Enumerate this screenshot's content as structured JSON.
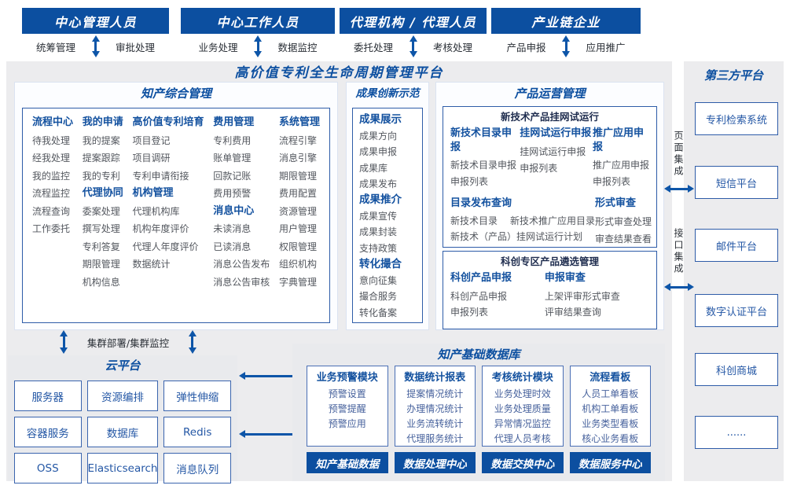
{
  "colors": {
    "primary_blue": "#0c4fa0",
    "arrow_blue": "#0d55a8",
    "panel_gray": "#ececee",
    "box_border_blue": "#2e5ca8",
    "header_text_blue": "#13519f",
    "item_gray": "#53575e",
    "item_blue": "#46619c",
    "section_bg": "#fcfdff"
  },
  "top_roles": [
    {
      "title": "中心管理人员",
      "left_label": "统筹管理",
      "right_label": "审批处理"
    },
    {
      "title": "中心工作人员",
      "left_label": "业务处理",
      "right_label": "数据监控"
    },
    {
      "title": "代理机构 / 代理人员",
      "left_label": "委托处理",
      "right_label": "考核处理"
    },
    {
      "title": "产业链企业",
      "left_label": "产品申报",
      "right_label": "应用推广"
    }
  ],
  "platform": {
    "title": "高价值专利全生命周期管理平台"
  },
  "ip_mgmt": {
    "title": "知产综合管理",
    "columns": [
      {
        "groups": [
          {
            "header": "流程中心",
            "items": [
              "待我处理",
              "经我处理",
              "我的监控",
              "流程监控",
              "流程查询",
              "工作委托"
            ]
          }
        ]
      },
      {
        "groups": [
          {
            "header": "我的申请",
            "items": [
              "我的提案",
              "提案跟踪",
              "我的专利"
            ]
          },
          {
            "header": "代理协同",
            "items": [
              "委案处理",
              "撰写处理",
              "专利答复",
              "期限管理",
              "机构信息"
            ]
          }
        ]
      },
      {
        "groups": [
          {
            "header": "高价值专利培育",
            "items": [
              "项目登记",
              "项目调研",
              "专利申请衔接"
            ]
          },
          {
            "header": "机构管理",
            "items": [
              "代理机构库",
              "机构年度评价",
              "代理人年度评价",
              "数据统计"
            ]
          }
        ]
      },
      {
        "groups": [
          {
            "header": "费用管理",
            "items": [
              "专利费用",
              "账单管理",
              "回款记账",
              "费用预警"
            ]
          },
          {
            "header": "消息中心",
            "items": [
              "未读消息",
              "已读消息",
              "消息公告发布",
              "消息公告审核"
            ]
          }
        ]
      },
      {
        "groups": [
          {
            "header": "系统管理",
            "items": [
              "流程引擎",
              "消息引擎",
              "期限管理",
              "费用配置",
              "资源管理",
              "用户管理",
              "权限管理",
              "组织机构",
              "字典管理"
            ]
          }
        ]
      }
    ]
  },
  "achievements": {
    "title": "成果创新示范",
    "groups": [
      {
        "header": "成果展示",
        "items": [
          "成果方向",
          "成果申报",
          "成果库",
          "成果发布"
        ]
      },
      {
        "header": "成果推介",
        "items": [
          "成果宣传",
          "成果封装",
          "支持政策"
        ]
      },
      {
        "header": "转化撮合",
        "items": [
          "意向征集",
          "撮合服务",
          "转化备案"
        ]
      }
    ]
  },
  "product_ops": {
    "title": "产品运营管理",
    "box1": {
      "title": "新技术产品挂网试运行",
      "columns": [
        {
          "header": "新技术目录申报",
          "items": [
            "新技术目录申报",
            "申报列表"
          ]
        },
        {
          "header": "挂网试运行申报",
          "items": [
            "挂网试运行申报",
            "申报列表"
          ]
        },
        {
          "header": "推广应用申报",
          "items": [
            "推广应用申报",
            "申报列表"
          ]
        }
      ],
      "bottom_left": {
        "header": "目录发布查询",
        "rows": [
          [
            "新技术目录",
            "新技术推广应用目录"
          ],
          [
            "新技术（产品）挂网试运行计划"
          ]
        ]
      },
      "bottom_right": {
        "header": "形式审查",
        "items": [
          "形式审查处理",
          "审查结果查看"
        ]
      }
    },
    "box2": {
      "title": "科创专区产品遴选管理",
      "columns": [
        {
          "header": "科创产品申报",
          "items": [
            "科创产品申报",
            "申报列表"
          ]
        },
        {
          "header": "申报审查",
          "items": [
            "上架评审形式审查",
            "评审结果查询"
          ]
        }
      ]
    }
  },
  "connectors": {
    "cluster": "集群部署/集群监控",
    "page_integration": "页面集成",
    "api_integration": "接口集成"
  },
  "cloud": {
    "title": "云平台",
    "items": [
      "服务器",
      "资源编排",
      "弹性伸缩",
      "容器服务",
      "数据库",
      "Redis",
      "OSS",
      "Elasticsearch",
      "消息队列"
    ]
  },
  "base_db": {
    "title": "知产基础数据库",
    "columns": [
      {
        "header": "业务预警模块",
        "items": [
          "预警设置",
          "预警提醒",
          "预警应用"
        ],
        "button": "知产基础数据"
      },
      {
        "header": "数据统计报表",
        "items": [
          "提案情况统计",
          "办理情况统计",
          "业务流转统计",
          "代理服务统计"
        ],
        "button": "数据处理中心"
      },
      {
        "header": "考核统计模块",
        "items": [
          "业务处理时效",
          "业务处理质量",
          "异常情况监控",
          "代理人员考核"
        ],
        "button": "数据交换中心"
      },
      {
        "header": "流程看板",
        "items": [
          "人员工单看板",
          "机构工单看板",
          "业务类型看板",
          "核心业务看板"
        ],
        "button": "数据服务中心"
      }
    ]
  },
  "third_party": {
    "title": "第三方平台",
    "items": [
      "专利检索系统",
      "短信平台",
      "邮件平台",
      "数字认证平台",
      "科创商城",
      "......"
    ]
  }
}
